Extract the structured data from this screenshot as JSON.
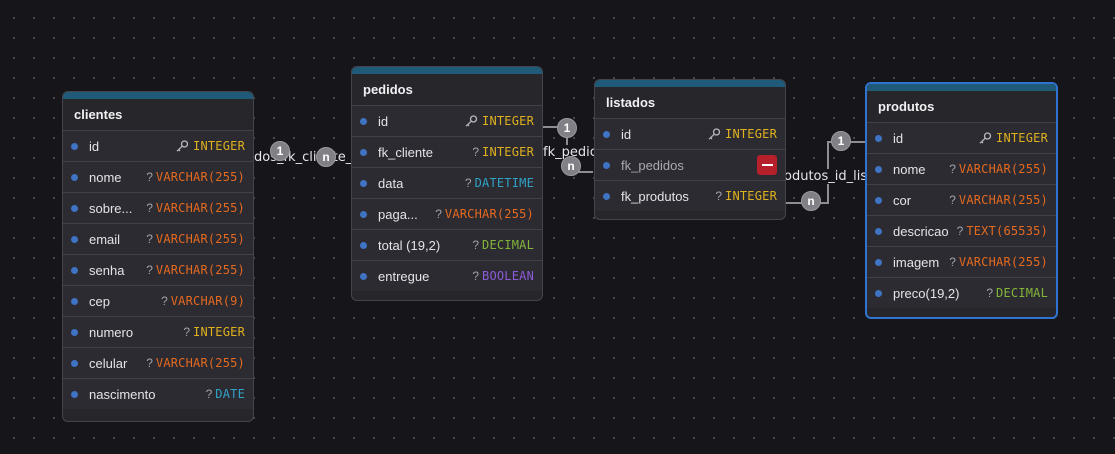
{
  "tables": {
    "clientes": {
      "name": "clientes",
      "columns": [
        {
          "name": "id",
          "type": "INTEGER",
          "key": true
        },
        {
          "name": "nome",
          "type": "VARCHAR(255)",
          "nullable": true
        },
        {
          "name": "sobre...",
          "type": "VARCHAR(255)",
          "nullable": true
        },
        {
          "name": "email",
          "type": "VARCHAR(255)",
          "nullable": true
        },
        {
          "name": "senha",
          "type": "VARCHAR(255)",
          "nullable": true
        },
        {
          "name": "cep",
          "type": "VARCHAR(9)",
          "nullable": true
        },
        {
          "name": "numero",
          "type": "INTEGER",
          "nullable": true
        },
        {
          "name": "celular",
          "type": "VARCHAR(255)",
          "nullable": true
        },
        {
          "name": "nascimento",
          "type": "DATE",
          "nullable": true
        }
      ]
    },
    "pedidos": {
      "name": "pedidos",
      "columns": [
        {
          "name": "id",
          "type": "INTEGER",
          "key": true
        },
        {
          "name": "fk_cliente",
          "type": "INTEGER",
          "nullable": true
        },
        {
          "name": "data",
          "type": "DATETIME",
          "nullable": true
        },
        {
          "name": "paga...",
          "type": "VARCHAR(255)",
          "nullable": true
        },
        {
          "name": "total (19,2)",
          "type": "DECIMAL",
          "nullable": true
        },
        {
          "name": "entregue",
          "type": "BOOLEAN",
          "nullable": true
        }
      ]
    },
    "listados": {
      "name": "listados",
      "columns": [
        {
          "name": "id",
          "type": "INTEGER",
          "key": true
        },
        {
          "name": "fk_pedidos",
          "type": "",
          "editing": true
        },
        {
          "name": "fk_produtos",
          "type": "INTEGER",
          "nullable": true
        }
      ]
    },
    "produtos": {
      "name": "produtos",
      "columns": [
        {
          "name": "id",
          "type": "INTEGER",
          "key": true
        },
        {
          "name": "nome",
          "type": "VARCHAR(255)",
          "nullable": true
        },
        {
          "name": "cor",
          "type": "VARCHAR(255)",
          "nullable": true
        },
        {
          "name": "descricao",
          "type": "TEXT(65535)",
          "nullable": true
        },
        {
          "name": "imagem",
          "type": "VARCHAR(255)",
          "nullable": true
        },
        {
          "name": "preco(19,2)",
          "type": "DECIMAL",
          "nullable": true
        }
      ]
    }
  },
  "relations": {
    "clientes_pedidos": {
      "label": "dos_fk_cliente_c",
      "from_card": "1",
      "to_card": "n"
    },
    "pedidos_listados": {
      "label": "fk_pedic",
      "from_card": "1",
      "to_card": "n"
    },
    "produtos_listados": {
      "label": "odutos_id_lis",
      "from_card": "1",
      "to_card": "n"
    }
  },
  "nullable_marker": "?",
  "colors": {
    "background": "#16161a",
    "header_accent": "#1f5b78",
    "selected_border": "#2f74d0",
    "integer": "#e0b11e",
    "varchar": "#e5691f",
    "datetime": "#2fa2c6",
    "decimal": "#84b53a",
    "boolean": "#8d5bd8"
  }
}
